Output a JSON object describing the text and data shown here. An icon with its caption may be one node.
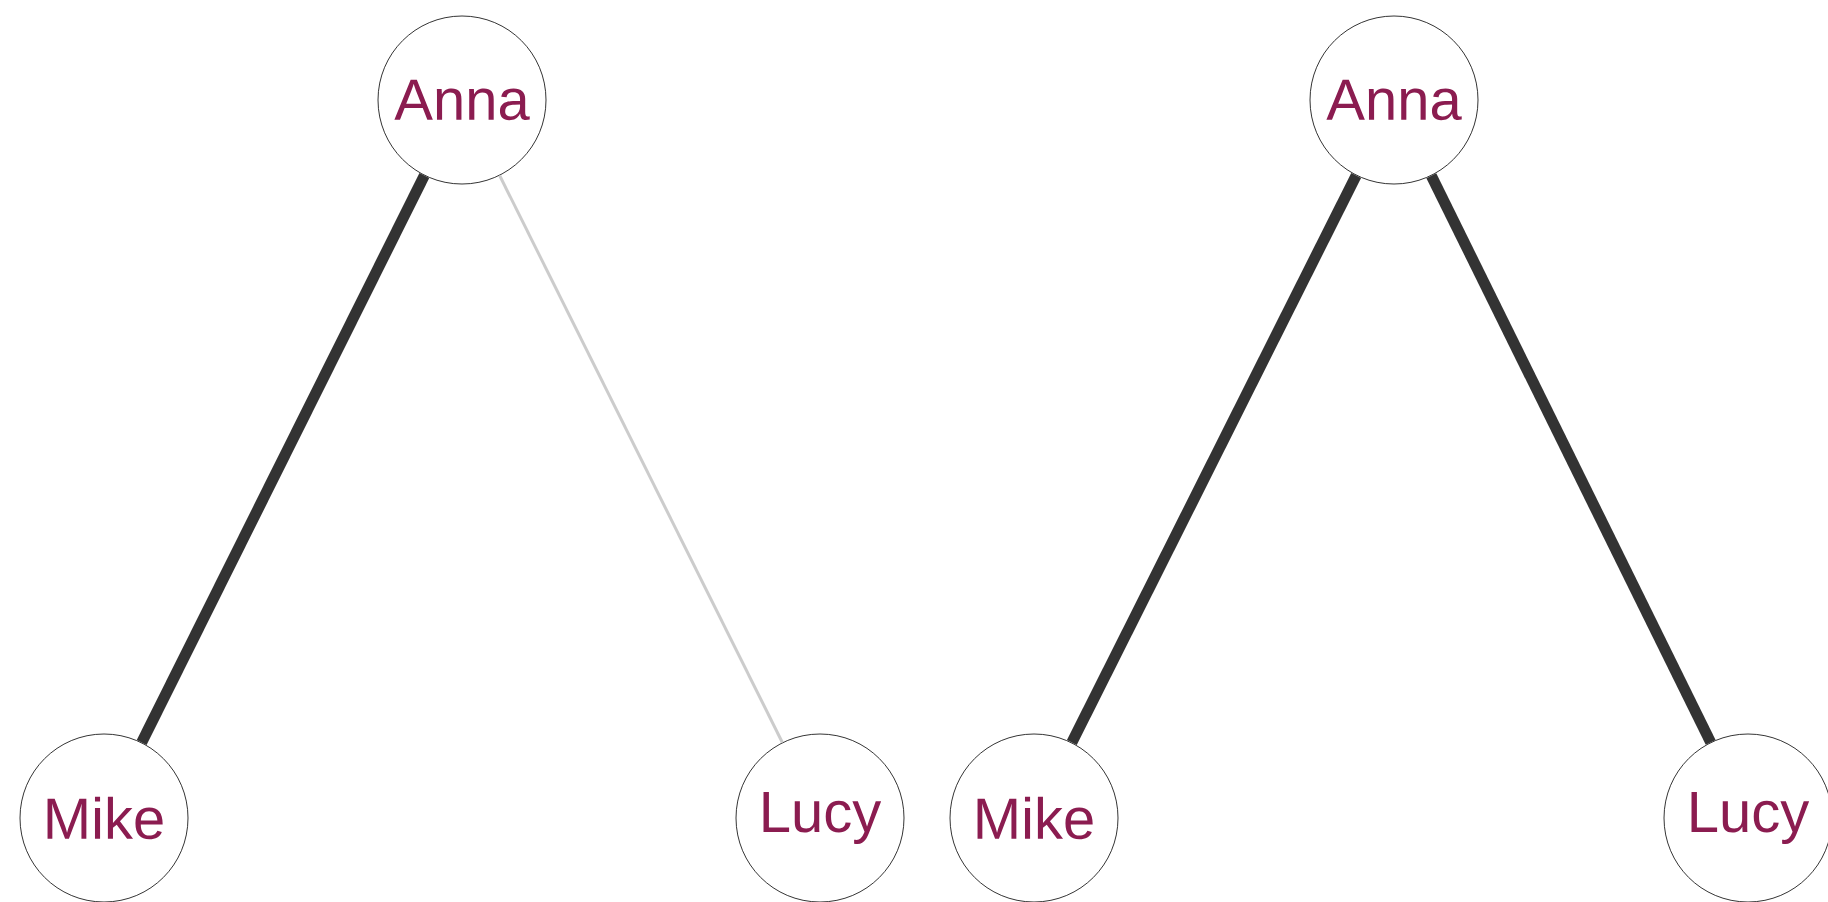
{
  "diagram": {
    "nodes": [
      {
        "text": [
          "Anna"
        ]
      },
      {
        "text": [
          "Mike"
        ]
      },
      {
        "text": [
          "Lucy"
        ]
      },
      {
        "text": [
          "Anna"
        ]
      },
      {
        "text": [
          "Mike"
        ]
      },
      {
        "text": [
          "Lucy"
        ]
      }
    ],
    "edges": [
      {
        "from": 0,
        "to": 1,
        "arrow": "none"
      },
      {
        "from": 0,
        "to": 2,
        "arrow": "none",
        "color": "#cccccc"
      },
      {
        "from": 3,
        "to": 4,
        "arrow": "none"
      },
      {
        "from": 3,
        "to": 5,
        "arrow": "none"
      }
    ]
  }
}
